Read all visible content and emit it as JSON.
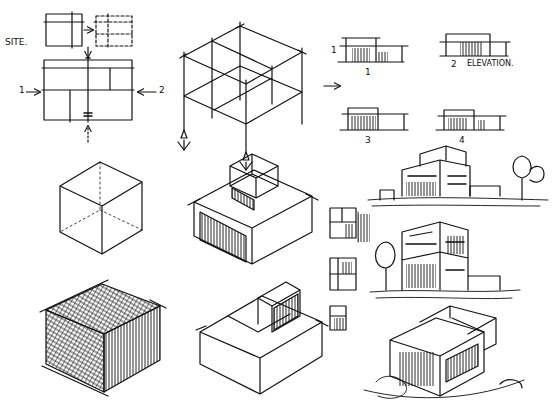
{
  "diagram": {
    "labels": [
      "SITE.",
      "1",
      "2",
      "1",
      "1",
      "2",
      "ELEVATION.",
      "3",
      "4"
    ]
  }
}
